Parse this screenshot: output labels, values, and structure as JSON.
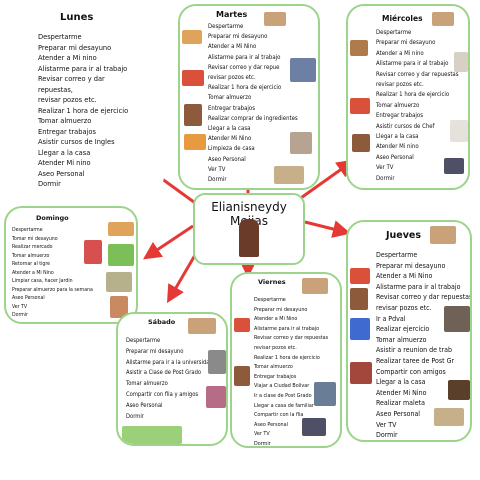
{
  "center": {
    "title": "Elianisneydy Mejias"
  },
  "colors": {
    "border": "#9bd48a",
    "arrow": "#e53935"
  },
  "days": {
    "lunes": {
      "title": "Lunes",
      "activities": [
        "Despertarme",
        "Preparar mi desayuno",
        "Atender a Mi nino",
        "Alistarme para ir al trabajo",
        "Revisar correo y dar",
        "repuestas,",
        "revisar pozos etc.",
        "Realizar 1 hora de ejercicio",
        "Tomar almuerzo",
        "Entregar trabajos",
        "Asistir cursos de Ingles",
        "Llegar a la casa",
        "Atender Mi nino",
        "Aseo Personal",
        "Dormir"
      ]
    },
    "martes": {
      "title": "Martes",
      "activities": [
        "Despertarme",
        "Preparar mi desayuno",
        "Atender a Mi Nino",
        "Alistarme para ir al trabajo",
        "Revisar correo y dar repue",
        "revisar pozos etc.",
        "Realizar 1 hora de ejercicio",
        "Tomar almuerzo",
        "Entregar trabajos",
        "Realizar comprar de ingredientes",
        "Llegar a la casa",
        "Atender Mi Nino",
        "Limpieza de casa",
        "Aseo Personal",
        "Ver TV",
        "Dormir"
      ]
    },
    "miercoles": {
      "title": "Miércoles",
      "activities": [
        "Despertarme",
        "Preparar mi desayuno",
        "Atender a Mi nino",
        "Alistarme para ir al trabajo",
        "Revisar correo y dar repuestas",
        "revisar pozos etc.",
        "Realizar 1 hora de ejercicio",
        "Tomar almuerzo",
        "Entregar trabajos",
        "Asistir cursos de Chef",
        "Llegar a la casa",
        "Atender Mi nino",
        "Aseo Personal",
        "Ver TV",
        "Dormir"
      ]
    },
    "jueves": {
      "title": "Jueves",
      "activities": [
        "Despertarme",
        "Preparar mi desayuno",
        "Atender a Mi Nino",
        "Alistarme para ir al trabajo",
        "Revisar correo y dar repuestas",
        "revisar pozos etc.",
        "Ir a Pdval",
        "Realizar ejercicio",
        "Tomar almuerzo",
        "Asistir a reunion de trab",
        "Realizar taree de Post Gr",
        "Compartir con amigos",
        "Llegar a la casa",
        "Atender Mi Nino",
        "Realizar maleta",
        "Aseo Personal",
        "Ver TV",
        "Dormir"
      ]
    },
    "viernes": {
      "title": "Viernes",
      "activities": [
        "Despertarme",
        "Preparar mi desayuno",
        "Atender a Mi Nino",
        "Alistarme para ir al trabajo",
        "Revisar correo y dar repuestas",
        "revisar pozos etc.",
        "Realizar 1 hora de ejercicio",
        "Tomar almuerzo",
        "Entregar trabajos",
        "Viajar a Ciudad Bolivar",
        "Ir a clase de Post Grado",
        "Llegar a casa de familiar",
        "Compartir con la flia",
        "Aseo Personal",
        "Ver TV",
        "Dormir"
      ]
    },
    "sabado": {
      "title": "Sábado",
      "activities": [
        "Despertarme",
        "Preparar mi desayuno",
        "Alistarme para ir a la universidad",
        "Asistir a Clase de Post Grado",
        "Tomar almuerzo",
        "Compartir con flia y amigos",
        "Aseo Personal",
        "Dormir"
      ]
    },
    "domingo": {
      "title": "Domingo",
      "activities": [
        "Despertarme",
        "Tomar mi desayuno",
        "Realizar mercado",
        "Tomar almuerzo",
        "Retornar al tigre",
        "Atender a Mi Nino",
        "Limpiar casa, hacer Jardin",
        "Preparar almuerzo para la semana",
        "Aseo Personal",
        "Ver TV",
        "Dormir"
      ]
    }
  }
}
